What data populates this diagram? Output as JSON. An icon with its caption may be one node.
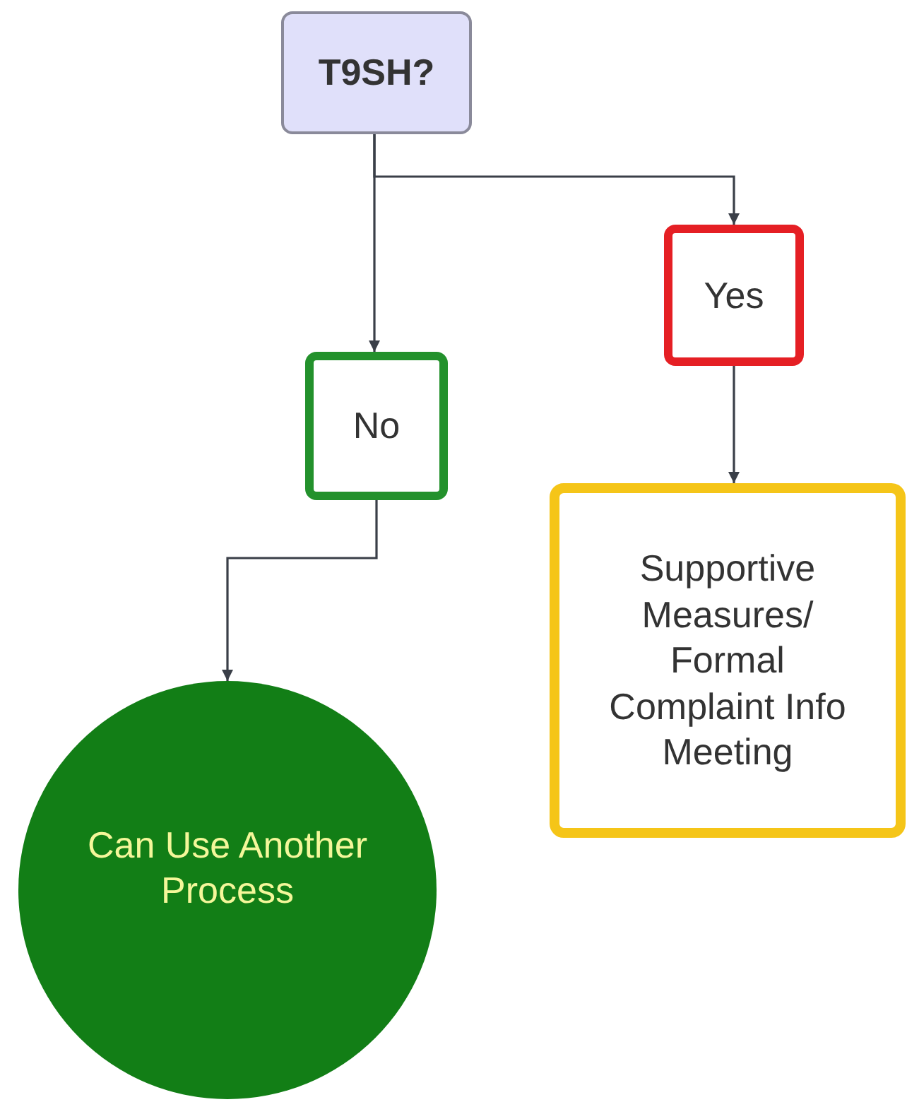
{
  "diagram": {
    "nodes": [
      {
        "text": [
          "T9SH?"
        ]
      },
      {
        "text": [
          "No"
        ]
      },
      {
        "text": [
          "Yes"
        ]
      },
      {
        "text": [
          "Supportive Measures/ Formal Complaint Info Meeting"
        ]
      },
      {
        "text": [
          "Can Use Another Process"
        ]
      }
    ],
    "edges": [
      {
        "from": 0,
        "to": 1,
        "arrow": "to"
      },
      {
        "from": 0,
        "to": 2,
        "arrow": "to"
      },
      {
        "from": 2,
        "to": 3,
        "arrow": "to"
      },
      {
        "from": 1,
        "to": 4,
        "arrow": "to"
      }
    ]
  }
}
